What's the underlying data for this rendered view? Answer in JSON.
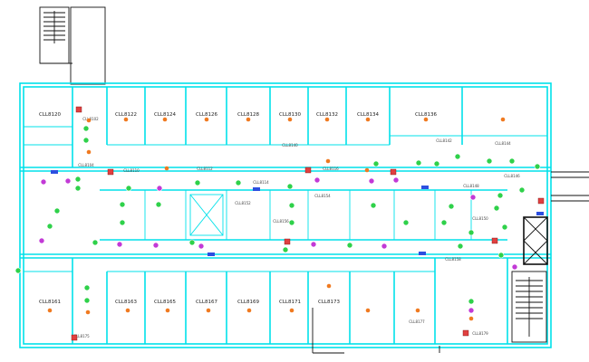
{
  "drawing": {
    "wall_color": "#00e1ea",
    "ink_color": "#111111",
    "device_colors": {
      "red": "#e04040",
      "green": "#2fd14a",
      "magenta": "#c23ad6",
      "blue": "#2c4fe0",
      "orange": "#f07a20"
    }
  },
  "rooms_north": [
    {
      "label": "CLL8120"
    },
    {
      "label": "CLL8122"
    },
    {
      "label": "CLL8124"
    },
    {
      "label": "CLL8126"
    },
    {
      "label": "CLL8128"
    },
    {
      "label": "CLL8130"
    },
    {
      "label": "CLL8132"
    },
    {
      "label": "CLL8134"
    },
    {
      "label": "CLL8136"
    }
  ],
  "rooms_south": [
    {
      "label": "CLL8161"
    },
    {
      "label": "CLL8163"
    },
    {
      "label": "CLL8165"
    },
    {
      "label": "CLL8167"
    },
    {
      "label": "CLL8169"
    },
    {
      "label": "CLL8171"
    },
    {
      "label": "CLL8173"
    }
  ],
  "room_codes": [
    "CLL8102",
    "CLL8104",
    "CLL8110",
    "CLL8112",
    "CLL8114",
    "CLL8116",
    "CLL8140",
    "CLL8142",
    "CLL8144",
    "CLL8146",
    "CLL8148",
    "CLL8150",
    "CLL8152",
    "CLL8154",
    "CLL8156",
    "CLL8158",
    "CLL8175",
    "CLL8177",
    "CLL8179"
  ]
}
